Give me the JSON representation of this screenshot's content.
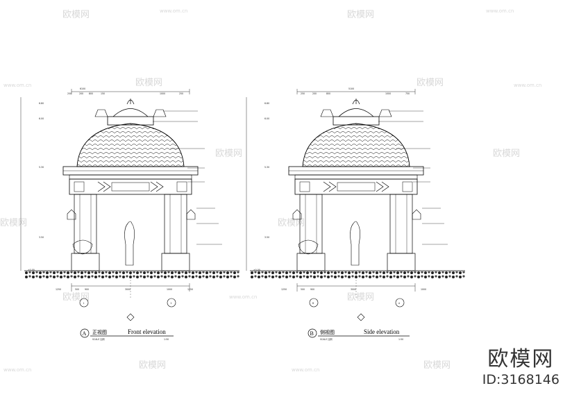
{
  "watermark": {
    "text": "欧模网",
    "url": "www.om.cn"
  },
  "brand": {
    "name": "欧模网",
    "id": "ID:3168146"
  },
  "views": [
    {
      "key": "front",
      "marker": "A",
      "cn_title": "正视图",
      "en_title": "Front elevation",
      "scale_label": "SCALE 比例",
      "scale_value": "1:50",
      "top_dims": [
        "250",
        "200",
        "800",
        "150",
        "1000",
        "250"
      ],
      "overall_dim": "6100",
      "bottom_dims": [
        "1250",
        "500",
        "900",
        "3000",
        "1000",
        "1250"
      ],
      "grid_labels": [
        "1",
        "2"
      ],
      "level_labels": [
        "6.80",
        "6.00",
        "5.30",
        "3.50",
        "±0.00"
      ]
    },
    {
      "key": "side",
      "marker": "B",
      "cn_title": "侧视图",
      "en_title": "Side elevation",
      "scale_label": "SCALE 比例",
      "scale_value": "1:50",
      "top_dims": [
        "250",
        "200",
        "800",
        "1000",
        "750"
      ],
      "overall_dim": "5100",
      "bottom_dims": [
        "1250",
        "500",
        "900",
        "3000",
        "1000"
      ],
      "grid_labels": [
        "B",
        "A"
      ],
      "level_labels": [
        "6.80",
        "6.00",
        "5.30",
        "3.50",
        "±0.00"
      ]
    }
  ]
}
